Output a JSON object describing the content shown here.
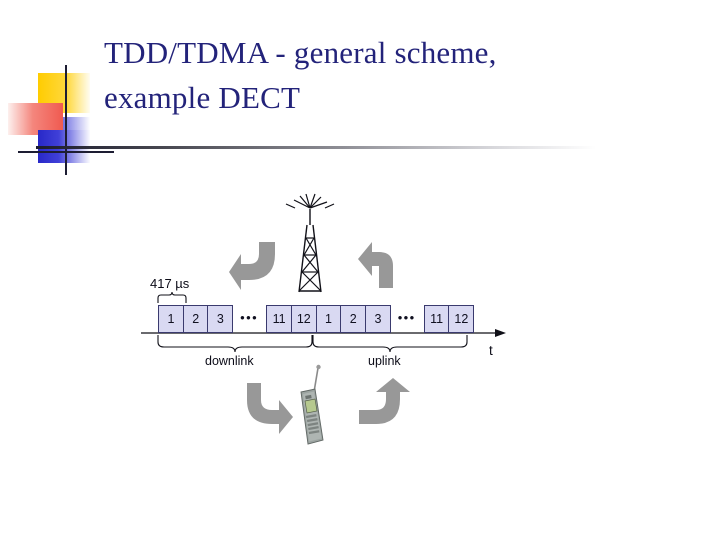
{
  "slide": {
    "title_line1": "TDD/TDMA - general scheme,",
    "title_line2": "example DECT",
    "title_color": "#23237a",
    "background": "#ffffff"
  },
  "logo": {
    "name": "decorative-corner-logo",
    "squares": [
      {
        "name": "yellow-square",
        "color": "#ffcc00"
      },
      {
        "name": "red-square",
        "color": "#f05a50"
      },
      {
        "name": "blue-square",
        "color": "#2828c8"
      }
    ],
    "line_color": "#1d1d33"
  },
  "divider": {
    "gradient_from": "#1b1b2e",
    "gradient_to": "#ffffff"
  },
  "diagram": {
    "slot_duration_label": "417 µs",
    "axis_label": "t",
    "downlink_label": "downlink",
    "uplink_label": "uplink",
    "ellipsis": "•••",
    "slot_fill": "#d9d9f2",
    "slot_border": "#3a3a6e",
    "arrow_color": "#989898",
    "downlink_slots_head": [
      "1",
      "2",
      "3"
    ],
    "downlink_slots_tail": [
      "11",
      "12"
    ],
    "uplink_slots_head": [
      "1",
      "2",
      "3"
    ],
    "uplink_slots_tail": [
      "11",
      "12"
    ],
    "icons": {
      "tower": "antenna-tower-icon",
      "phone": "mobile-phone-icon",
      "arrow_tower_down": "curved-arrow-down-left-icon",
      "arrow_tower_up": "curved-arrow-up-left-icon",
      "arrow_phone_right": "curved-arrow-down-right-icon",
      "arrow_phone_up": "curved-arrow-up-right-icon"
    }
  }
}
